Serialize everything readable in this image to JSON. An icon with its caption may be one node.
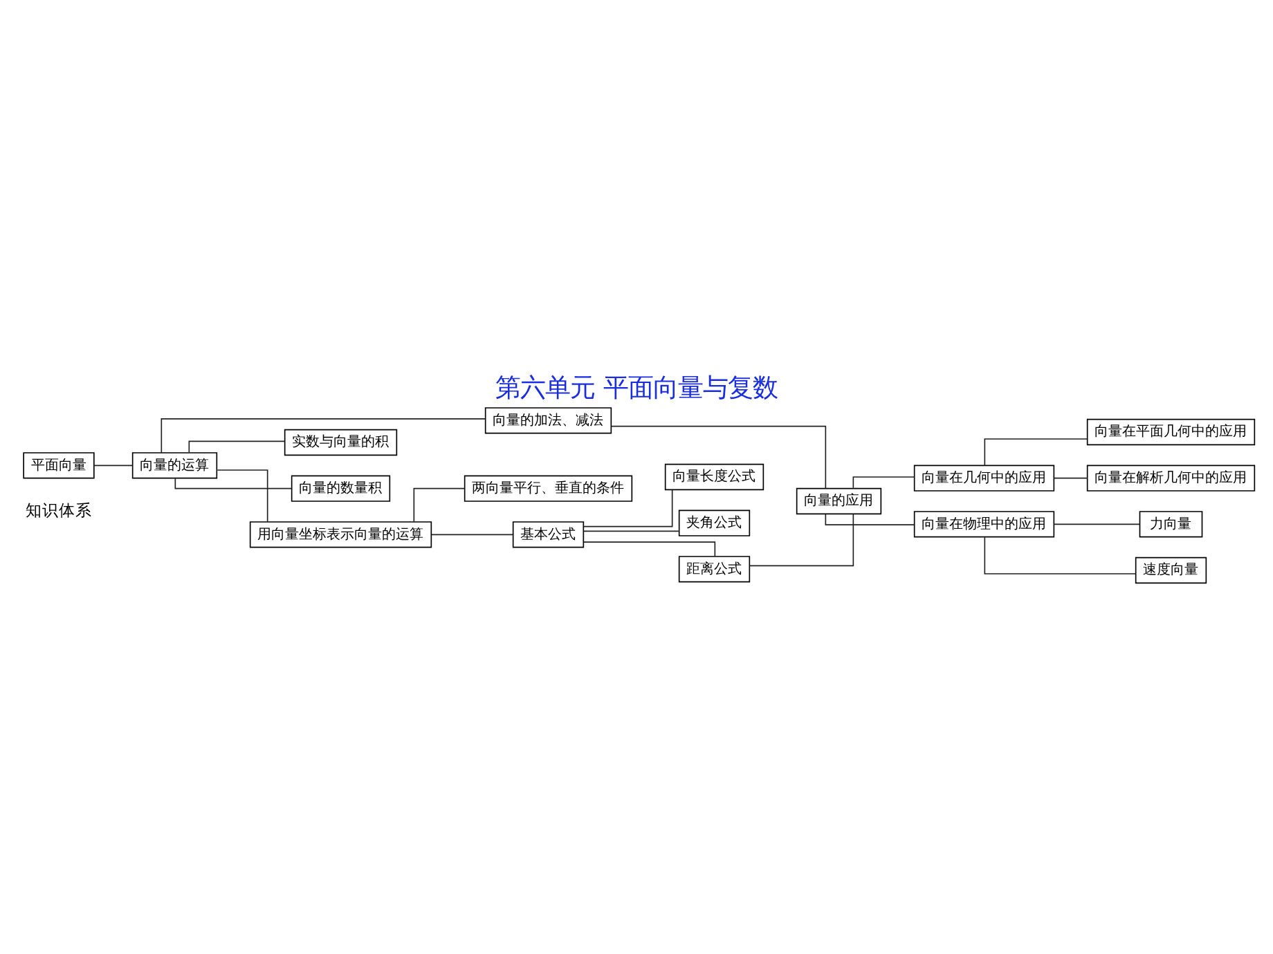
{
  "diagram": {
    "title": "第六单元 平面向量与复数",
    "nodes": [
      {
        "text": [
          "平面向量"
        ]
      },
      {
        "text": [
          "向量的运算"
        ]
      },
      {
        "text": [
          "向量的加法、减法"
        ]
      },
      {
        "text": [
          "实数与向量的积"
        ]
      },
      {
        "text": [
          "向量的数量积"
        ]
      },
      {
        "text": [
          "用向量坐标表示向量的运算"
        ]
      },
      {
        "text": [
          "两向量平行、垂直的条件"
        ]
      },
      {
        "text": [
          "基本公式"
        ]
      },
      {
        "text": [
          "向量长度公式"
        ]
      },
      {
        "text": [
          "夹角公式"
        ]
      },
      {
        "text": [
          "距离公式"
        ]
      },
      {
        "text": [
          "向量的应用"
        ]
      },
      {
        "text": [
          "向量在几何中的应用"
        ]
      },
      {
        "text": [
          "向量在物理中的应用"
        ]
      },
      {
        "text": [
          "向量在平面几何中的应用"
        ]
      },
      {
        "text": [
          "向量在解析几何中的应用"
        ]
      },
      {
        "text": [
          "力向量"
        ]
      },
      {
        "text": [
          "速度向量"
        ]
      }
    ],
    "edges": [
      {
        "from": 0,
        "to": 1,
        "arrow": "none"
      },
      {
        "from": 1,
        "to": 2,
        "arrow": "none"
      },
      {
        "from": 1,
        "to": 3,
        "arrow": "none"
      },
      {
        "from": 1,
        "to": 4,
        "arrow": "none"
      },
      {
        "from": 1,
        "to": 5,
        "arrow": "none"
      },
      {
        "from": 5,
        "to": 6,
        "arrow": "none"
      },
      {
        "from": 5,
        "to": 7,
        "arrow": "none"
      },
      {
        "from": 7,
        "to": 8,
        "arrow": "none"
      },
      {
        "from": 7,
        "to": 9,
        "arrow": "none"
      },
      {
        "from": 7,
        "to": 10,
        "arrow": "none"
      },
      {
        "from": 2,
        "to": 11,
        "arrow": "none"
      },
      {
        "from": 10,
        "to": 11,
        "arrow": "none"
      },
      {
        "from": 11,
        "to": 12,
        "arrow": "none"
      },
      {
        "from": 11,
        "to": 13,
        "arrow": "none"
      },
      {
        "from": 12,
        "to": 14,
        "arrow": "none"
      },
      {
        "from": 12,
        "to": 15,
        "arrow": "none"
      },
      {
        "from": 13,
        "to": 16,
        "arrow": "none"
      },
      {
        "from": 13,
        "to": 17,
        "arrow": "none"
      }
    ],
    "labels": [
      "知识体系"
    ]
  }
}
